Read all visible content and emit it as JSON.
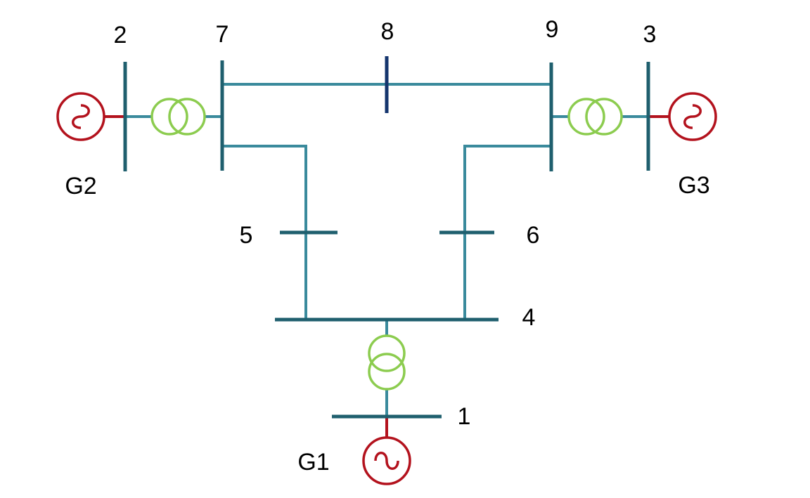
{
  "colors": {
    "bus": "#1f5f6e",
    "line": "#3a8a9c",
    "midbus": "#15356e",
    "transformer": "#8ccc4f",
    "generator": "#b3121d"
  },
  "buses": [
    {
      "id": "1",
      "label": "1",
      "icon": "horizontal-bus"
    },
    {
      "id": "2",
      "label": "2",
      "icon": "vertical-bus"
    },
    {
      "id": "3",
      "label": "3",
      "icon": "vertical-bus"
    },
    {
      "id": "4",
      "label": "4",
      "icon": "horizontal-bus"
    },
    {
      "id": "5",
      "label": "5",
      "icon": "horizontal-bus"
    },
    {
      "id": "6",
      "label": "6",
      "icon": "horizontal-bus"
    },
    {
      "id": "7",
      "label": "7",
      "icon": "vertical-bus"
    },
    {
      "id": "8",
      "label": "8",
      "icon": "vertical-bus"
    },
    {
      "id": "9",
      "label": "9",
      "icon": "vertical-bus"
    }
  ],
  "generators": [
    {
      "id": "G1",
      "label": "G1",
      "bus": "1",
      "icon": "ac-generator-icon"
    },
    {
      "id": "G2",
      "label": "G2",
      "bus": "2",
      "icon": "ac-generator-icon"
    },
    {
      "id": "G3",
      "label": "G3",
      "bus": "3",
      "icon": "ac-generator-icon"
    }
  ],
  "transformers": [
    {
      "from": "1",
      "to": "4",
      "icon": "transformer-icon"
    },
    {
      "from": "2",
      "to": "7",
      "icon": "transformer-icon"
    },
    {
      "from": "3",
      "to": "9",
      "icon": "transformer-icon"
    }
  ],
  "lines": [
    {
      "from": "7",
      "to": "8"
    },
    {
      "from": "8",
      "to": "9"
    },
    {
      "from": "7",
      "to": "5"
    },
    {
      "from": "5",
      "to": "4"
    },
    {
      "from": "9",
      "to": "6"
    },
    {
      "from": "6",
      "to": "4"
    }
  ]
}
